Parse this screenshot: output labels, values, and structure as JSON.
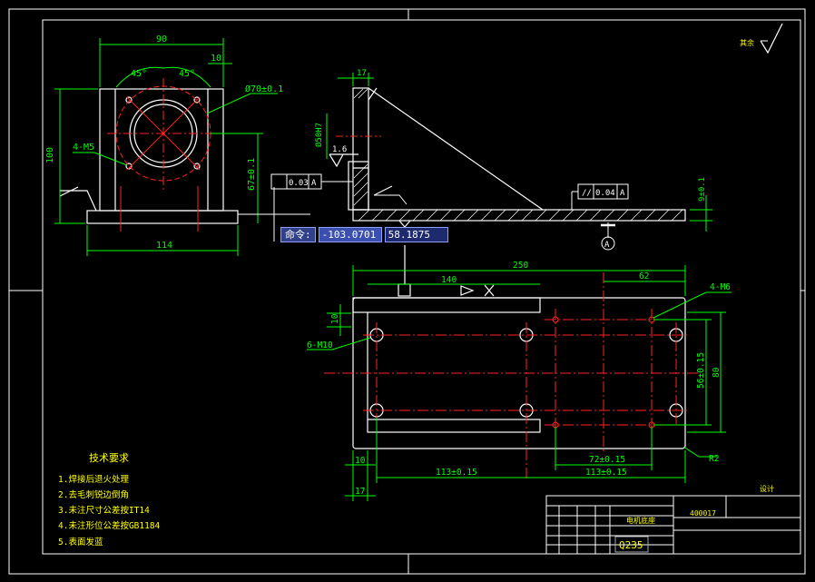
{
  "front_view": {
    "dim_width_top": "90",
    "dim_angle_left": "45°",
    "dim_angle_right": "45°",
    "dim_offset": "10",
    "dim_bore": "Ø70±0.1",
    "dim_holes": "4-M5",
    "dim_height": "100",
    "dim_center": "67±0.1",
    "dim_base": "114"
  },
  "side_view": {
    "dim_thickness": "17",
    "dim_hole": "Ø50H7",
    "roughness": "1.6",
    "tol_perp_value": "0.03",
    "tol_perp_datum": "A",
    "tol_par_symbol": "//",
    "tol_par_value": "0.04",
    "tol_par_datum": "A",
    "dim_plate": "9±0.1",
    "datum": "A"
  },
  "top_view": {
    "dim_total": "250",
    "dim_140": "140",
    "dim_62": "62",
    "dim_m6": "4-M6",
    "dim_10": "10",
    "dim_m10": "6-M10",
    "dim_56": "56±0.15",
    "dim_80": "80",
    "dim_72": "72±0.15",
    "dim_113a": "113±0.15",
    "dim_113b": "113±0.15",
    "dim_r2": "R2",
    "dim_10b": "10",
    "dim_17": "17"
  },
  "roughness_corner": "其余",
  "notes": {
    "title": "技术要求",
    "items": [
      "1.焊接后退火处理",
      "2.去毛刺锐边倒角",
      "3.未注尺寸公差按IT14",
      "4.未注形位公差按GB1184",
      "5.表面发蓝"
    ]
  },
  "title_block": {
    "designer": "设计",
    "material": "Q235",
    "part_name": "电机底座",
    "code": "400017"
  },
  "command": {
    "label": "命令:",
    "x_value": "-103.0701",
    "y_value": "58.1875"
  },
  "colors": {
    "background": "#000000",
    "line_white": "#ffffff",
    "dim_green": "#00ff00",
    "center_red": "#ff0000",
    "text_yellow": "#ffff00",
    "cmd_blue": "#30408a"
  }
}
